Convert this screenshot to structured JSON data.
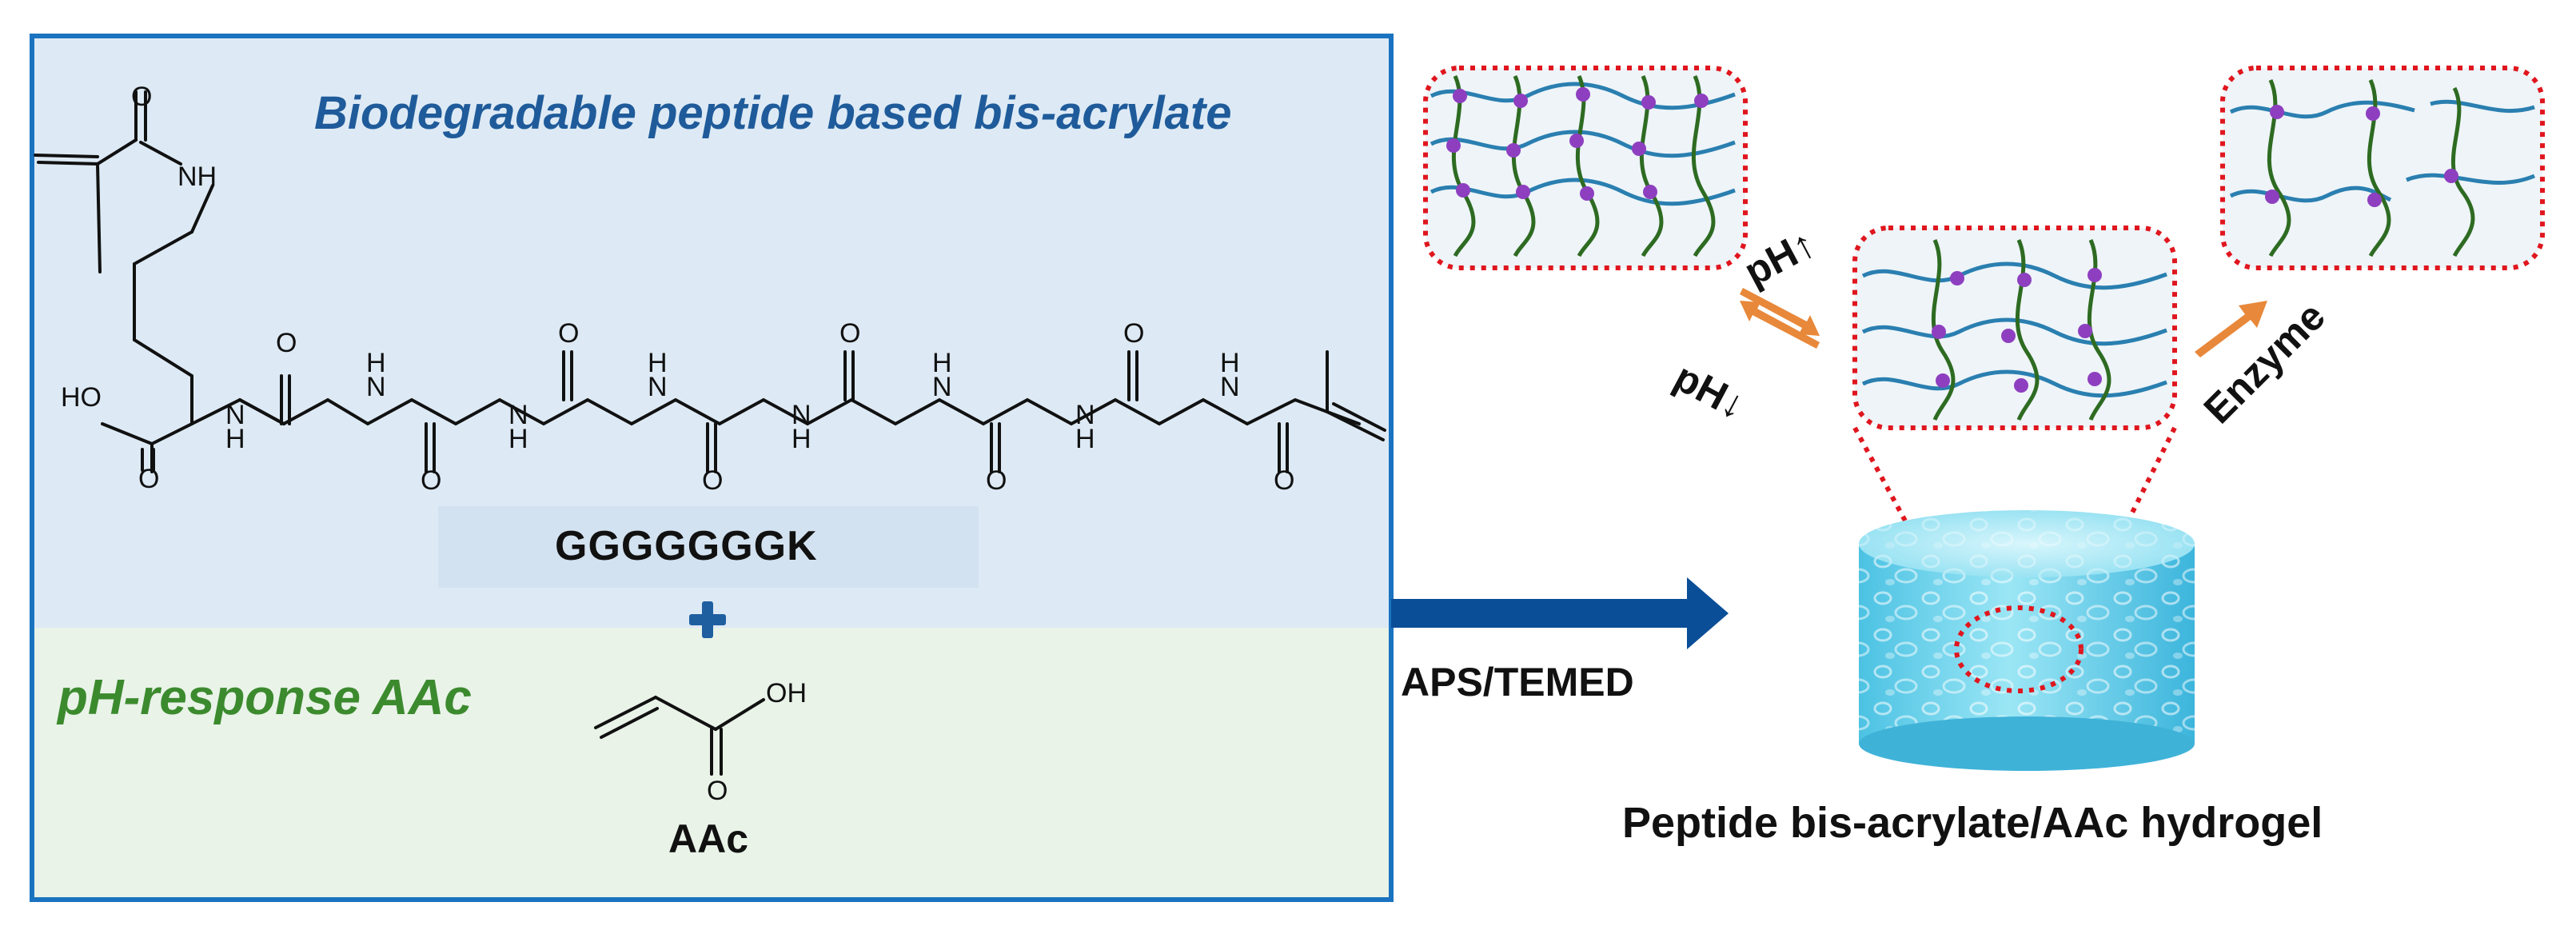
{
  "left_panel": {
    "title_top": "Biodegradable peptide based bis-acrylate",
    "sequence": "GGGGGGGK",
    "title_bottom": "pH-response AAc",
    "monomer_label": "AAc"
  },
  "atoms": {
    "oxygen": "O",
    "amine": "NH",
    "nitrogen": "N",
    "hydrogen": "H",
    "hydroxyl": "OH",
    "acid_hydroxyl": "HO"
  },
  "process": {
    "initiator": "APS/TEMED"
  },
  "right_panel": {
    "ph_up": "pH",
    "ph_down": "pH",
    "enzyme": "Enzyme",
    "hydrogel_label": "Peptide bis-acrylate/AAc  hydrogel"
  },
  "colors": {
    "panel_border": "#1a73c0",
    "panel_top_bg": "#ddeaf5",
    "panel_bottom_bg": "#e9f3e8",
    "title_top": "#1f5b9a",
    "title_bottom": "#3c8a2e",
    "plus": "#1f5fa0",
    "main_arrow": "#0a4e97",
    "chain_blue": "#2a7fb0",
    "chain_green": "#2e6b22",
    "crosslink": "#8e3fc0",
    "dotted_box": "#e0161e",
    "equilibrium_arrow": "#e8883a",
    "gel_cyan": "#7fd9ef"
  },
  "icons": [
    "plus-icon",
    "right-arrow-icon",
    "equilibrium-arrow-icon",
    "enzyme-arrow-icon"
  ]
}
